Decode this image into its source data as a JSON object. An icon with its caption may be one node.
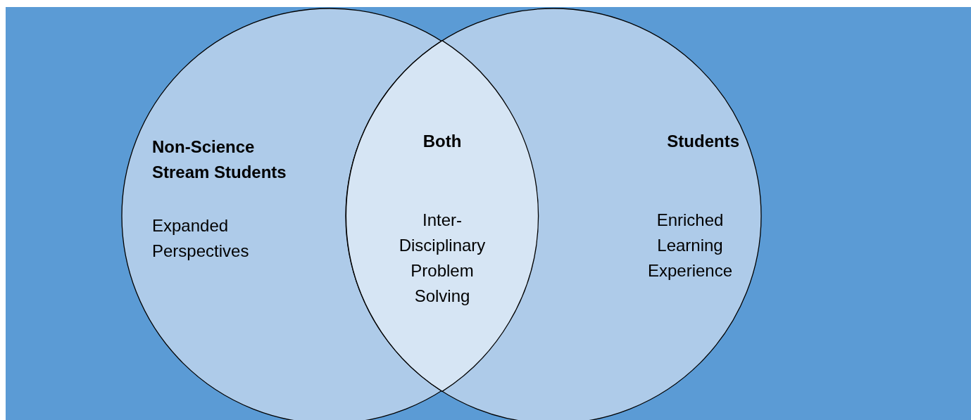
{
  "diagram": {
    "nodes": [
      {
        "text": [
          "Non-Science Stream Students",
          "Expanded Perspectives"
        ]
      },
      {
        "text": [
          "Students",
          "Enriched Learning Experience"
        ]
      },
      {
        "text": [
          "Both",
          "Inter-Disciplinary Problem Solving"
        ]
      }
    ]
  }
}
